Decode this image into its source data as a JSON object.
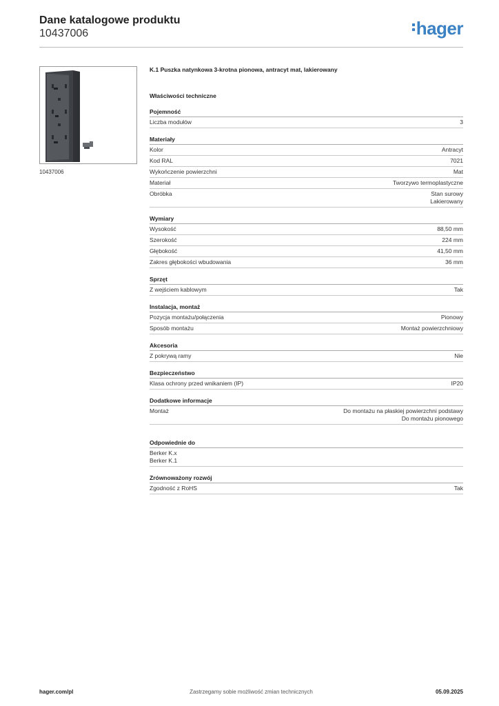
{
  "header": {
    "title": "Dane katalogowe produktu",
    "number": "10437006",
    "logo": "hager",
    "brand_color": "#3b82c4"
  },
  "image": {
    "caption": "10437006"
  },
  "product": {
    "title": "K.1 Puszka natynkowa 3-krotna pionowa, antracyt mat, lakierowany",
    "properties_heading": "Właściwości techniczne"
  },
  "sections": {
    "capacity": {
      "title": "Pojemność",
      "rows": [
        {
          "k": "Liczba modułów",
          "v": "3"
        }
      ]
    },
    "materials": {
      "title": "Materiały",
      "rows": [
        {
          "k": "Kolor",
          "v": "Antracyt"
        },
        {
          "k": "Kod RAL",
          "v": "7021"
        },
        {
          "k": "Wykończenie powierzchni",
          "v": "Mat"
        },
        {
          "k": "Materiał",
          "v": "Tworzywo termoplastyczne"
        },
        {
          "k": "Obróbka",
          "v": "Stan surowy",
          "v2": "Lakierowany"
        }
      ]
    },
    "dimensions": {
      "title": "Wymiary",
      "rows": [
        {
          "k": "Wysokość",
          "v": "88,50 mm"
        },
        {
          "k": "Szerokość",
          "v": "224 mm"
        },
        {
          "k": "Głębokość",
          "v": "41,50 mm"
        },
        {
          "k": "Zakres głębokości wbudowania",
          "v": "36 mm"
        }
      ]
    },
    "hardware": {
      "title": "Sprzęt",
      "rows": [
        {
          "k": "Z wejściem kablowym",
          "v": "Tak"
        }
      ]
    },
    "installation": {
      "title": "Instalacja, montaż",
      "rows": [
        {
          "k": "Pozycja montażu/połączenia",
          "v": "Pionowy"
        },
        {
          "k": "Sposób montażu",
          "v": "Montaż powierzchniowy"
        }
      ]
    },
    "accessories": {
      "title": "Akcesoria",
      "rows": [
        {
          "k": "Z pokrywą ramy",
          "v": "Nie"
        }
      ]
    },
    "safety": {
      "title": "Bezpieczeństwo",
      "rows": [
        {
          "k": "Klasa ochrony przed wnikaniem (IP)",
          "v": "IP20"
        }
      ]
    },
    "additional": {
      "title": "Dodatkowe informacje",
      "rows": [
        {
          "k": "Montaż",
          "v": "Do montażu na płaskiej powierzchni podstawy",
          "v2": "Do montażu pionowego"
        }
      ]
    },
    "suitable": {
      "title": "Odpowiednie do",
      "items": [
        "Berker K.x",
        "Berker K.1"
      ]
    },
    "sustainability": {
      "title": "Zrównoważony rozwój",
      "rows": [
        {
          "k": "Zgodność z RoHS",
          "v": "Tak"
        }
      ]
    }
  },
  "footer": {
    "left": "hager.com/pl",
    "center": "Zastrzegamy sobie możliwość zmian technicznych",
    "right": "05.09.2025"
  }
}
